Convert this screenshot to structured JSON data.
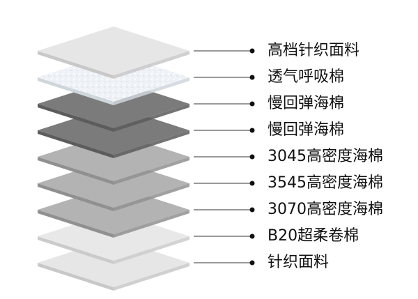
{
  "diagram": {
    "layers": [
      {
        "label": "高档针织面料",
        "top_color": "#e6e6e6",
        "side_color": "#c8c8c8",
        "textured": false
      },
      {
        "label": "透气呼吸棉",
        "top_color": "#eef2f6",
        "side_color": "#cfd6dc",
        "textured": true
      },
      {
        "label": "慢回弹海棉",
        "top_color": "#7b7b7b",
        "side_color": "#5c5c5c",
        "textured": false
      },
      {
        "label": "慢回弹海棉",
        "top_color": "#7b7b7b",
        "side_color": "#5c5c5c",
        "textured": false
      },
      {
        "label": "3045高密度海棉",
        "top_color": "#b3b3b3",
        "side_color": "#909090",
        "textured": false
      },
      {
        "label": "3545高密度海棉",
        "top_color": "#b3b3b3",
        "side_color": "#909090",
        "textured": false
      },
      {
        "label": "3070高密度海棉",
        "top_color": "#b3b3b3",
        "side_color": "#909090",
        "textured": false
      },
      {
        "label": "B20超柔卷棉",
        "top_color": "#e8e8e8",
        "side_color": "#cbcbcb",
        "textured": false
      },
      {
        "label": "针织面料",
        "top_color": "#e6e6e6",
        "side_color": "#c8c8c8",
        "textured": false
      }
    ],
    "leader_color": "#333333"
  }
}
